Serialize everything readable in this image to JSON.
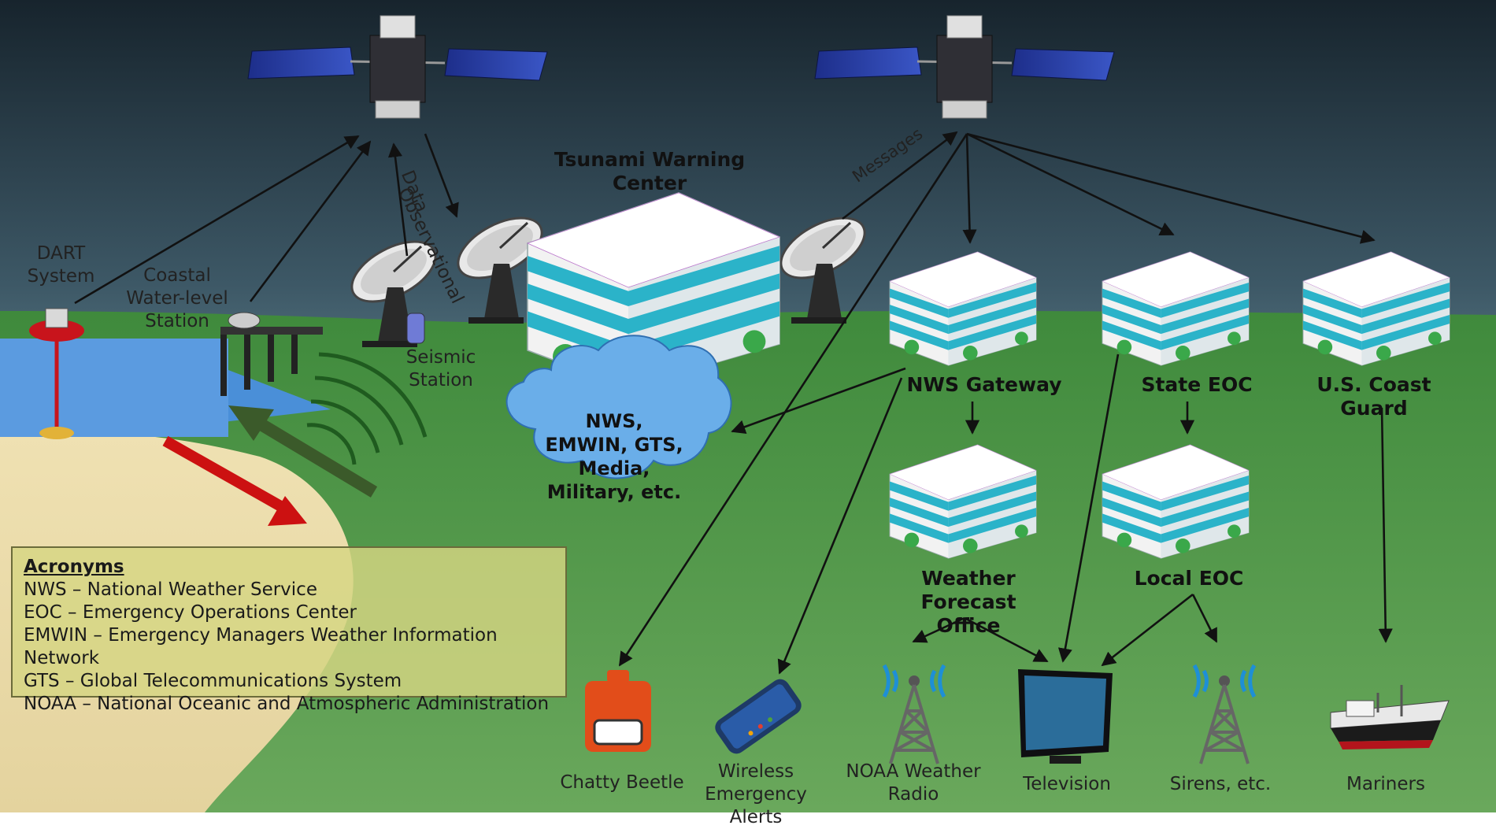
{
  "labels": {
    "dart": "DART\nSystem",
    "coastal": "Coastal\nWater-level\nStation",
    "seismic": "Seismic\nStation",
    "observational": "Observational",
    "data": "Data",
    "messages": "Messages",
    "twc": "Tsunami Warning Center",
    "nws_gateway": "NWS Gateway",
    "state_eoc": "State EOC",
    "coast_guard": "U.S. Coast Guard",
    "wfo": "Weather Forecast\nOffice",
    "local_eoc": "Local EOC",
    "cloud": "NWS,\nEMWIN, GTS,\nMedia,\nMilitary, etc.",
    "chatty": "Chatty Beetle",
    "wireless": "Wireless\nEmergency Alerts",
    "noaa_radio": "NOAA Weather\nRadio",
    "television": "Television",
    "sirens": "Sirens, etc.",
    "mariners": "Mariners"
  },
  "acronyms": {
    "title": "Acronyms",
    "items": [
      "NWS – National Weather Service",
      "EOC – Emergency Operations Center",
      "EMWIN – Emergency Managers Weather Information Network",
      "GTS – Global Telecommunications System",
      "NOAA – National Oceanic and Atmospheric Administration"
    ]
  },
  "icons": [
    "satellite-icon",
    "building-icon",
    "dish-icon",
    "buoy-icon",
    "pier-icon",
    "seismometer-icon",
    "cloud-icon",
    "chatty-beetle-icon",
    "phone-icon",
    "radio-tower-icon",
    "television-icon",
    "ship-icon"
  ],
  "colors": {
    "ocean": "#4a8fd8",
    "grass": "#4f9a44",
    "sand": "#e8d9a8",
    "sky_top": "#1f2d37",
    "wave_arrow_red": "#cc1111",
    "wave_arrow_green": "#3b5a2a",
    "building_stripe": "#2bb3c9",
    "acronym_box": "#d6d682"
  }
}
